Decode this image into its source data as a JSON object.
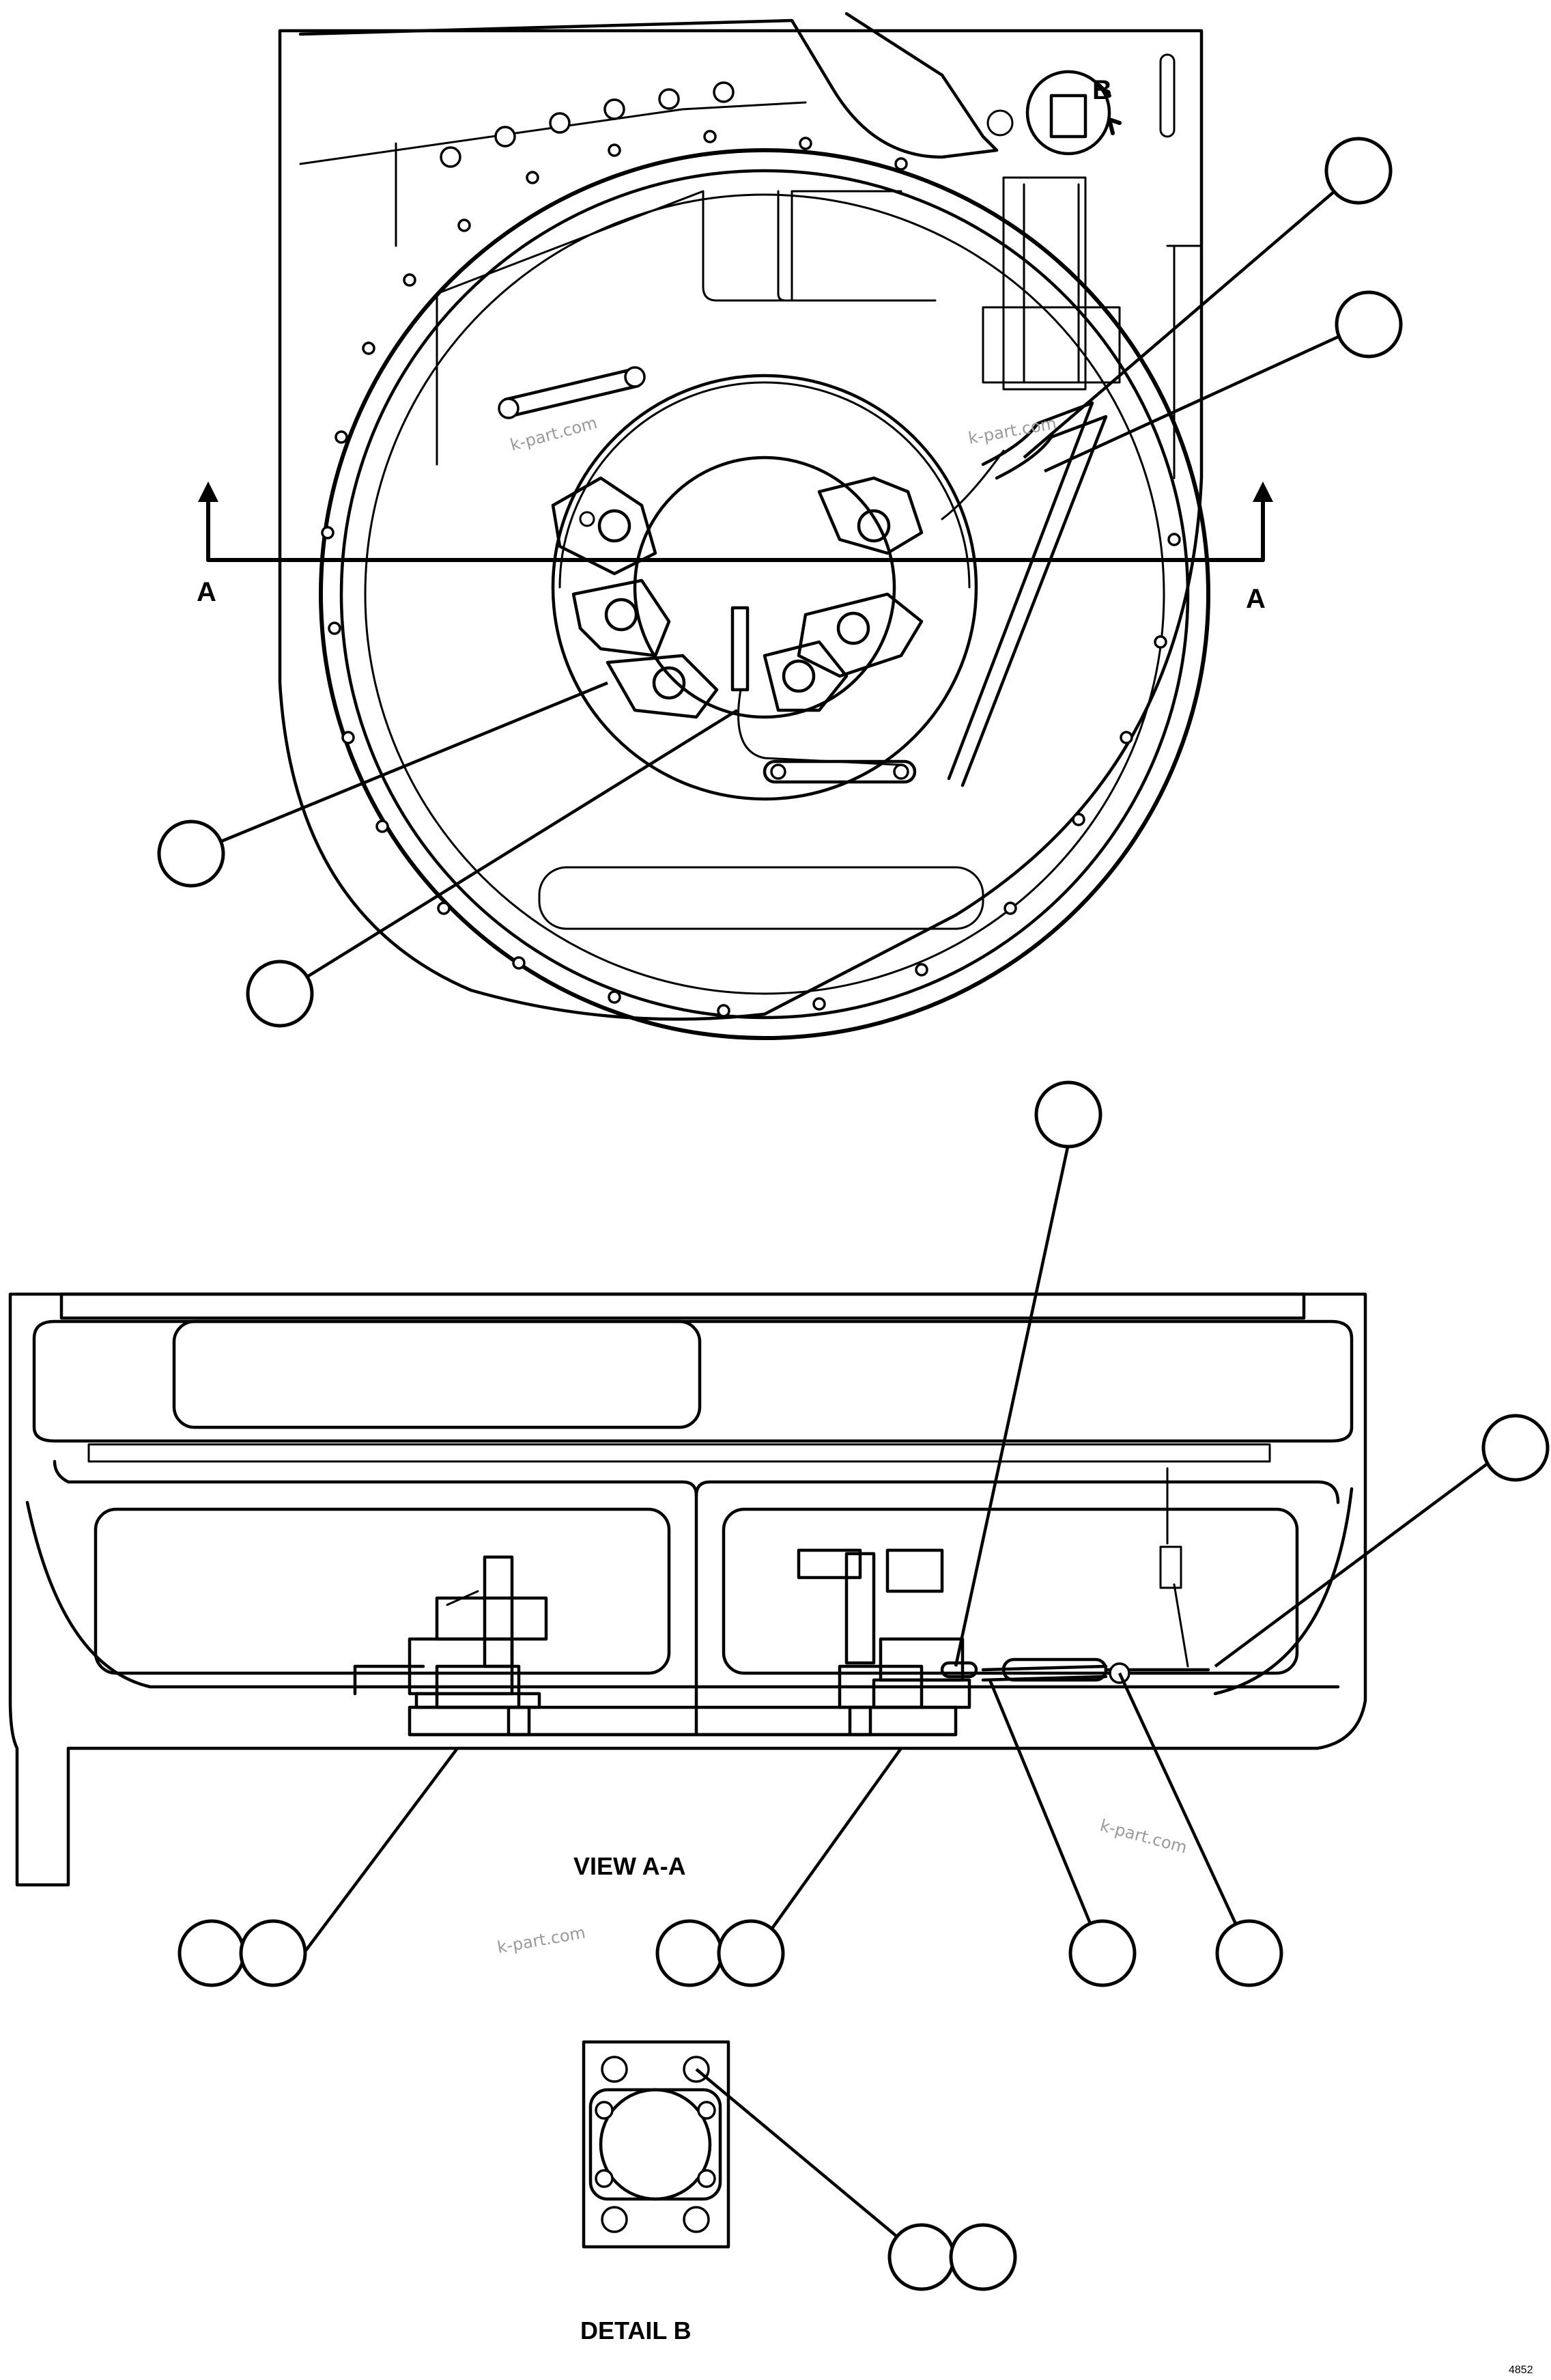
{
  "section_marker": "A",
  "detail_marker": "B",
  "view_label": "VIEW A-A",
  "detail_label": "DETAIL B",
  "watermark": "k-part.com",
  "drawing_number": "4852"
}
